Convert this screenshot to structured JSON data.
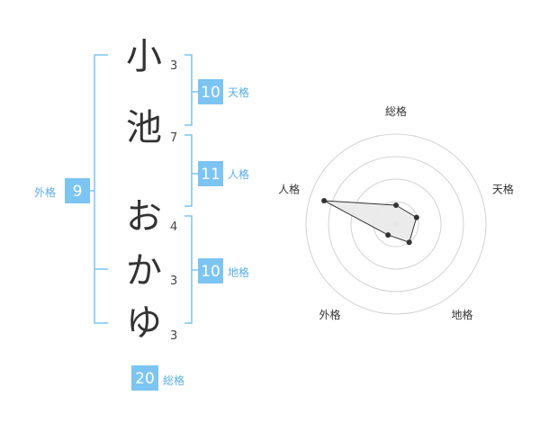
{
  "name_chars": [
    {
      "char": "小",
      "strokes": "3"
    },
    {
      "char": "池",
      "strokes": "7"
    },
    {
      "char": "お",
      "strokes": "4"
    },
    {
      "char": "か",
      "strokes": "3"
    },
    {
      "char": "ゆ",
      "strokes": "3"
    }
  ],
  "kaku": {
    "tenkaku": {
      "value": "10",
      "label": "天格"
    },
    "jinkaku": {
      "value": "11",
      "label": "人格"
    },
    "chikaku": {
      "value": "10",
      "label": "地格"
    },
    "gaikaku": {
      "value": "9",
      "label": "外格"
    },
    "soukaku": {
      "value": "20",
      "label": "総格"
    }
  },
  "chart_data": {
    "type": "radar",
    "axes": [
      "総格",
      "天格",
      "地格",
      "外格",
      "人格"
    ],
    "values": [
      0.21,
      0.24,
      0.25,
      0.15,
      0.84
    ],
    "max": 1,
    "rings": 4,
    "colors": {
      "fill": "#e9e9e9",
      "line": "#333333",
      "grid": "#d2d2d2",
      "center": "#cccccc"
    }
  }
}
